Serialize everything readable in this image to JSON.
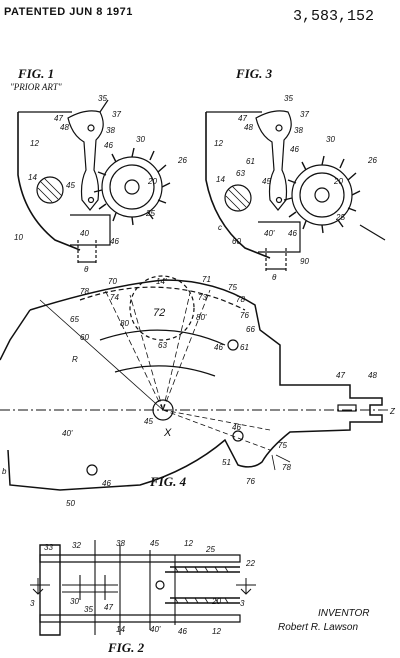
{
  "header": {
    "patented": "PATENTED JUN 8 1971",
    "patent_number": "3,583,152"
  },
  "figures": {
    "fig1": {
      "label": "FIG. 1",
      "subtitle": "\"PRIOR ART\""
    },
    "fig3": {
      "label": "FIG. 3"
    },
    "fig4": {
      "label": "FIG. 4"
    },
    "fig2": {
      "label": "FIG. 2"
    }
  },
  "inventor": {
    "title": "INVENTOR",
    "name": "Robert R. Lawson"
  },
  "reference_numerals": {
    "fig1": [
      "35",
      "37",
      "47",
      "48",
      "38",
      "12",
      "30",
      "26",
      "46",
      "20",
      "14",
      "45",
      "25",
      "10",
      "40",
      "46",
      "θ"
    ],
    "fig3": [
      "35",
      "37",
      "47",
      "48",
      "38",
      "12",
      "30",
      "26",
      "61",
      "46",
      "63",
      "14",
      "45",
      "20",
      "25",
      "c",
      "60",
      "40'",
      "46",
      "90",
      "θ"
    ],
    "fig4": [
      "70",
      "14'",
      "71",
      "78",
      "74",
      "72",
      "73",
      "75",
      "65",
      "80",
      "80'",
      "78",
      "60",
      "76",
      "66",
      "63",
      "46",
      "61",
      "R",
      "47",
      "48",
      "Z",
      "45",
      "X",
      "46",
      "40'",
      "75",
      "51",
      "78",
      "76",
      "46",
      "50",
      "b"
    ],
    "fig2": [
      "33",
      "32",
      "38",
      "45",
      "12",
      "25",
      "22",
      "3",
      "3",
      "30",
      "35",
      "47",
      "20",
      "14",
      "40'",
      "46",
      "12"
    ]
  }
}
